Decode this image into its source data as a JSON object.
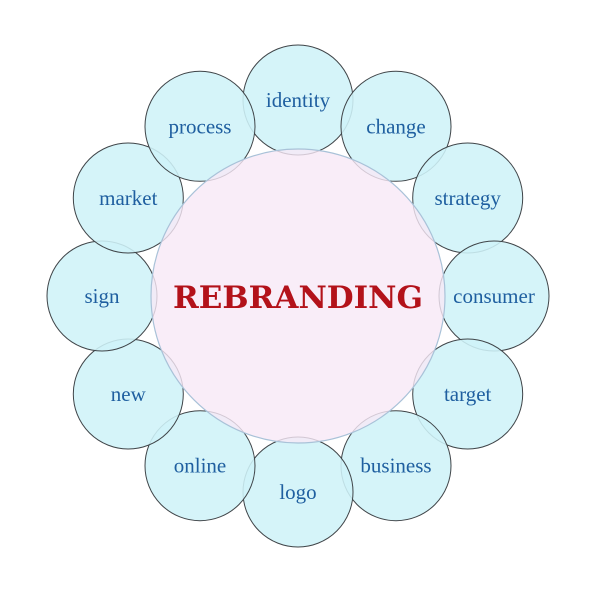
{
  "center": {
    "label": "REBRANDING",
    "fill": "#f7e8f6",
    "text_color": "#b3121a"
  },
  "satellite_style": {
    "fill": "#cff3f8",
    "stroke": "#3f4448",
    "text_color": "#1f5fa0"
  },
  "satellites": [
    {
      "label": "identity"
    },
    {
      "label": "change"
    },
    {
      "label": "strategy"
    },
    {
      "label": "consumer"
    },
    {
      "label": "target"
    },
    {
      "label": "business"
    },
    {
      "label": "logo"
    },
    {
      "label": "online"
    },
    {
      "label": "new"
    },
    {
      "label": "sign"
    },
    {
      "label": "market"
    },
    {
      "label": "process"
    }
  ]
}
